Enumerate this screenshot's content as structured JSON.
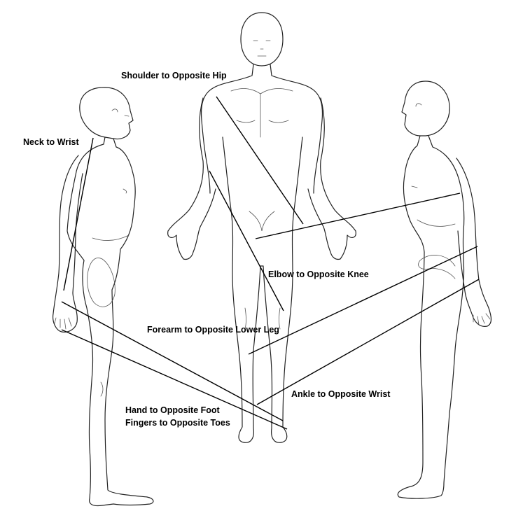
{
  "labels": {
    "shoulder_hip": "Shoulder to Opposite Hip",
    "neck_wrist": "Neck to Wrist",
    "elbow_knee": "Elbow to Opposite Knee",
    "forearm_leg": "Forearm to Opposite Lower Leg",
    "ankle_wrist": "Ankle to Opposite Wrist",
    "hand_foot": "Hand to Opposite Foot",
    "fingers_toes": "Fingers to Opposite Toes"
  },
  "colors": {
    "line": "#000000",
    "outline": "#222222",
    "background": "#ffffff"
  }
}
